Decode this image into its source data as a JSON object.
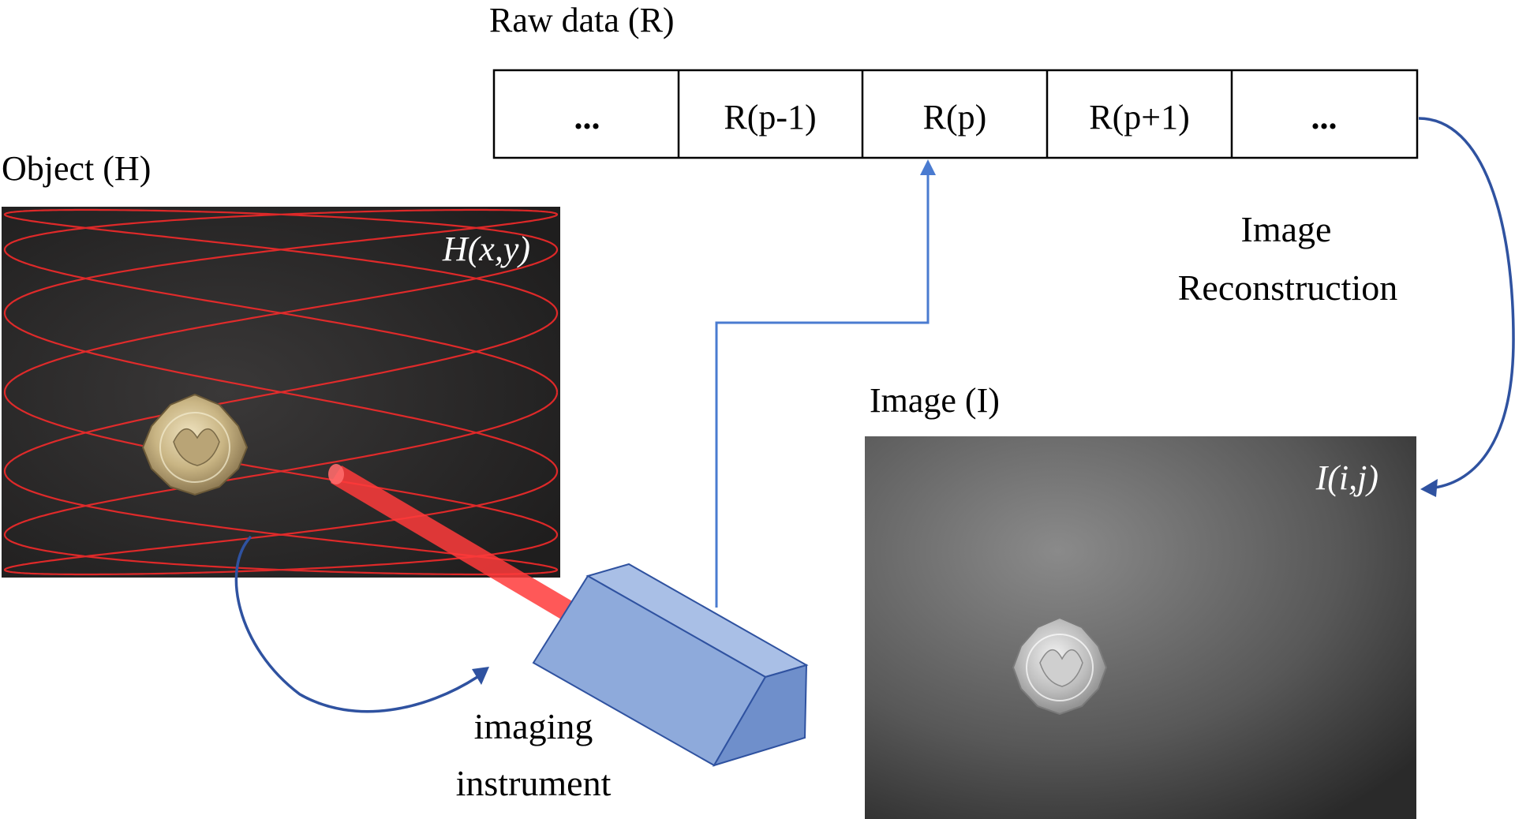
{
  "raw_data": {
    "title": "Raw data (R)",
    "cells": [
      "...",
      "R(p-1)",
      "R(p)",
      "R(p+1)",
      "..."
    ]
  },
  "object": {
    "title": "Object (H)",
    "formula": "H(x,y)"
  },
  "image": {
    "title": "Image (I)",
    "formula": "I(i,j)"
  },
  "reconstruction": {
    "line1": "Image",
    "line2": "Reconstruction"
  },
  "instrument": {
    "line1": "imaging",
    "line2": "instrument"
  },
  "colors": {
    "arrow_blue": "#2f52a0",
    "signal_blue": "#4a7bd0",
    "scan_red": "#ff2a2a",
    "box_face_front": "#8eaadb",
    "box_face_top": "#a9bfe6",
    "box_face_side": "#6f8fcb"
  },
  "icons": [
    "coin-icon",
    "imaging-instrument-icon",
    "laser-beam-icon"
  ]
}
